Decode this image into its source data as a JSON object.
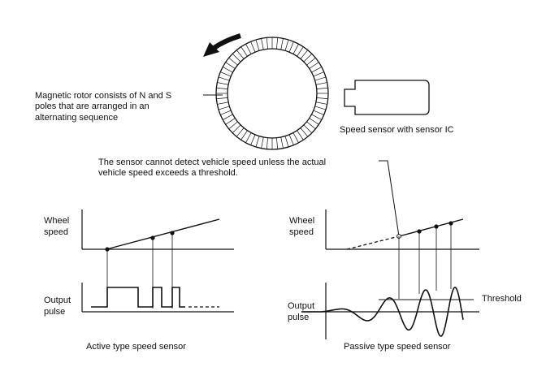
{
  "colors": {
    "ink": "#111111",
    "background": "#ffffff"
  },
  "icons": {
    "rotation": "curved-rotation-arrow-icon"
  },
  "rotor_label": {
    "lines": [
      "Magnetic rotor consists of N and S",
      "poles that are arranged in an",
      "alternating sequence"
    ]
  },
  "sensor_label": "Speed sensor with sensor IC",
  "note": {
    "lines": [
      "The sensor cannot detect vehicle speed unless the actual",
      "vehicle speed exceeds a threshold."
    ]
  },
  "active": {
    "wheel_label": [
      "Wheel",
      "speed"
    ],
    "output_label": [
      "Output",
      "pulse"
    ],
    "caption": "Active type speed sensor"
  },
  "passive": {
    "wheel_label": [
      "Wheel",
      "speed"
    ],
    "output_label": [
      "Output",
      "pulse"
    ],
    "threshold_label": "Threshold",
    "caption": "Passive type speed sensor"
  }
}
